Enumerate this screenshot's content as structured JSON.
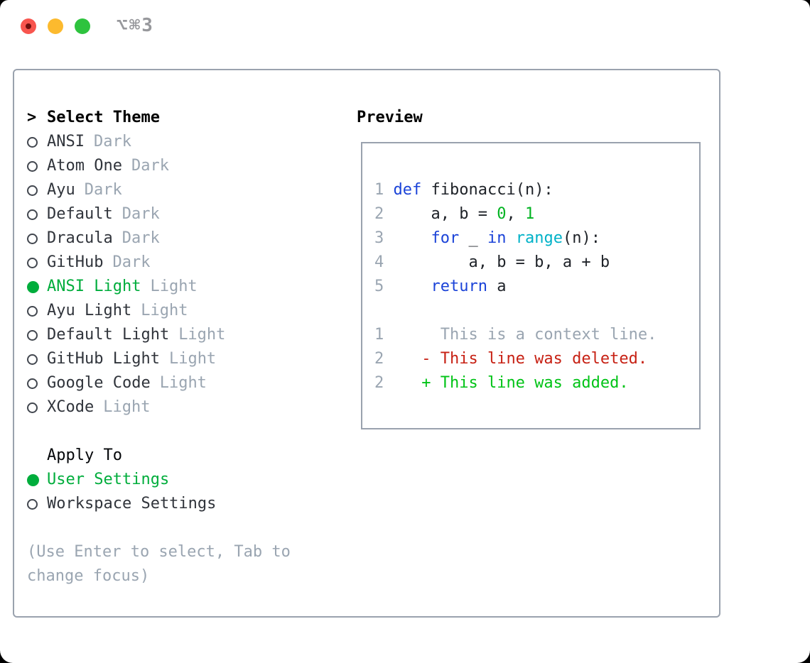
{
  "window": {
    "shortcut": "⌥⌘3"
  },
  "theme_selector": {
    "prompt": ">",
    "title": "Select Theme",
    "items": [
      {
        "name": "ANSI",
        "tag": "Dark",
        "selected": false
      },
      {
        "name": "Atom One",
        "tag": "Dark",
        "selected": false
      },
      {
        "name": "Ayu",
        "tag": "Dark",
        "selected": false
      },
      {
        "name": "Default",
        "tag": "Dark",
        "selected": false
      },
      {
        "name": "Dracula",
        "tag": "Dark",
        "selected": false
      },
      {
        "name": "GitHub",
        "tag": "Dark",
        "selected": false
      },
      {
        "name": "ANSI Light",
        "tag": "Light",
        "selected": true
      },
      {
        "name": "Ayu Light",
        "tag": "Light",
        "selected": false
      },
      {
        "name": "Default Light",
        "tag": "Light",
        "selected": false
      },
      {
        "name": "GitHub Light",
        "tag": "Light",
        "selected": false
      },
      {
        "name": "Google Code",
        "tag": "Light",
        "selected": false
      },
      {
        "name": "XCode",
        "tag": "Light",
        "selected": false
      }
    ],
    "apply_to": {
      "title": "Apply To",
      "options": [
        {
          "name": "User Settings",
          "selected": true
        },
        {
          "name": "Workspace Settings",
          "selected": false
        }
      ]
    },
    "hint": "(Use Enter to select, Tab to change focus)"
  },
  "preview": {
    "title": "Preview",
    "lines": [
      {
        "num": "1",
        "tokens": [
          {
            "t": "def",
            "c": "keyword"
          },
          {
            "t": " fibonacci(n):",
            "c": "plain"
          }
        ]
      },
      {
        "num": "2",
        "tokens": [
          {
            "t": "    a, b = ",
            "c": "plain"
          },
          {
            "t": "0",
            "c": "number"
          },
          {
            "t": ", ",
            "c": "plain"
          },
          {
            "t": "1",
            "c": "number"
          }
        ]
      },
      {
        "num": "3",
        "tokens": [
          {
            "t": "    ",
            "c": "plain"
          },
          {
            "t": "for",
            "c": "keyword"
          },
          {
            "t": " _ ",
            "c": "plain"
          },
          {
            "t": "in",
            "c": "keyword"
          },
          {
            "t": " ",
            "c": "plain"
          },
          {
            "t": "range",
            "c": "builtin"
          },
          {
            "t": "(n):",
            "c": "plain"
          }
        ]
      },
      {
        "num": "4",
        "tokens": [
          {
            "t": "        a, b = b, a + b",
            "c": "plain"
          }
        ]
      },
      {
        "num": "5",
        "tokens": [
          {
            "t": "    ",
            "c": "plain"
          },
          {
            "t": "return",
            "c": "keyword"
          },
          {
            "t": " a",
            "c": "plain"
          }
        ]
      },
      {
        "blank": true
      },
      {
        "num": "1",
        "tokens": [
          {
            "t": "     This is a context line.",
            "c": "context"
          }
        ]
      },
      {
        "num": "2",
        "tokens": [
          {
            "t": "   - This line was deleted.",
            "c": "deleted"
          }
        ]
      },
      {
        "num": "2",
        "tokens": [
          {
            "t": "   + This line was added.",
            "c": "added"
          }
        ]
      }
    ]
  },
  "colors": {
    "accent_green": "#00ad3c",
    "keyword_blue": "#1b43d8",
    "number_green": "#00b321",
    "builtin_cyan": "#00b2c8",
    "deleted_red": "#c72114",
    "added_green": "#00c316",
    "muted_gray": "#9aa5b1",
    "border_gray": "#9aa2ae",
    "traffic_red": "#f8554e",
    "traffic_yellow": "#fcba2e",
    "traffic_green": "#2ec33e"
  }
}
